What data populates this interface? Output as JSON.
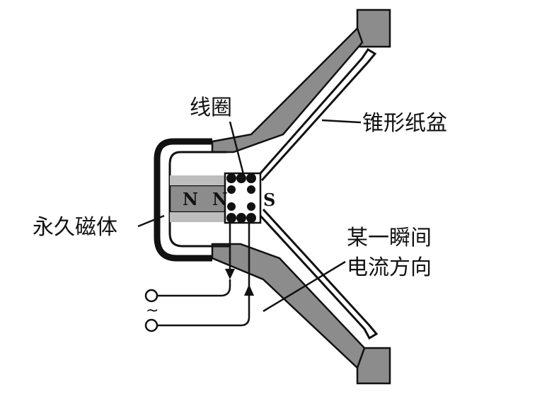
{
  "labels": {
    "coil": "线圈",
    "cone": "锥形纸盆",
    "magnet": "永久磁体",
    "current_line1": "某一瞬间",
    "current_line2": "电流方向",
    "pole_n1": "N",
    "pole_n2": "N",
    "pole_s": "S",
    "ac_symbol": "~"
  },
  "colors": {
    "ink": "#111111",
    "shade": "#8c8c8c",
    "background": "#ffffff"
  }
}
